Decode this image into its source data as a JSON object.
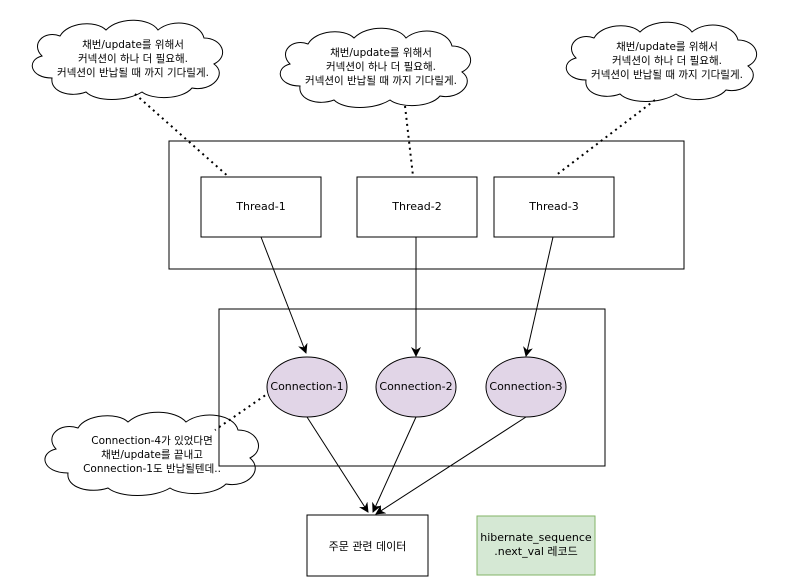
{
  "clouds": [
    {
      "lines": [
        "채번/update를 위해서",
        "커넥션이 하나 더 필요해.",
        "커넥션이 반납될 때 까지 기다릴게."
      ]
    },
    {
      "lines": [
        "채번/update를 위해서",
        "커넥션이 하나 더 필요해.",
        "커넥션이 반납될 때 까지 기다릴게."
      ]
    },
    {
      "lines": [
        "채번/update를 위해서",
        "커넥션이 하나 더 필요해.",
        "커넥션이 반납될 때 까지 기다릴게."
      ]
    },
    {
      "lines": [
        "Connection-4가 있었다면",
        "채번/update를 끝내고",
        "Connection-1도 반납될텐데.."
      ]
    }
  ],
  "threads": [
    {
      "label": "Thread-1"
    },
    {
      "label": "Thread-2"
    },
    {
      "label": "Thread-3"
    }
  ],
  "connections": [
    {
      "label": "Connection-1"
    },
    {
      "label": "Connection-2"
    },
    {
      "label": "Connection-3"
    }
  ],
  "order_data": {
    "label": "주문 관련 데이터"
  },
  "sequence": {
    "lines": [
      "hibernate_sequence",
      ".next_val 레코드"
    ]
  },
  "colors": {
    "connection_fill": "#e1d5e7",
    "sequence_fill": "#d5e8d4",
    "sequence_stroke": "#82b366",
    "stroke": "#000000"
  }
}
